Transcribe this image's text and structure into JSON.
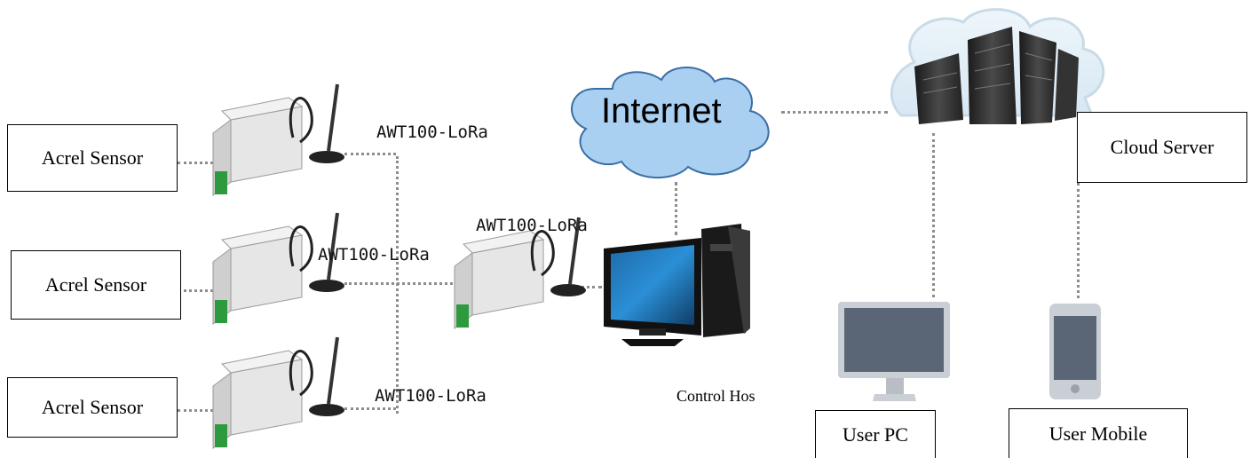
{
  "sensors": [
    {
      "label": "Acrel Sensor"
    },
    {
      "label": "Acrel Sensor"
    },
    {
      "label": "Acrel Sensor"
    }
  ],
  "modules": [
    {
      "label": "AWT100-LoRa"
    },
    {
      "label": "AWT100-LoRa"
    },
    {
      "label": "AWT100-LoRa"
    },
    {
      "label": "AWT100-LoRa"
    }
  ],
  "internet": {
    "label": "Internet"
  },
  "control_host": {
    "label": "Control Hos"
  },
  "cloud_server": {
    "label": "Cloud Server"
  },
  "user_pc": {
    "label": "User PC"
  },
  "user_mobile": {
    "label": "User Mobile"
  },
  "colors": {
    "cloud_fill": "#a9d0f0",
    "line": "#8d8d8d",
    "module_body": "#dcdcdc",
    "terminal": "#2e9a3e",
    "server_dark": "#2a2a2a"
  }
}
